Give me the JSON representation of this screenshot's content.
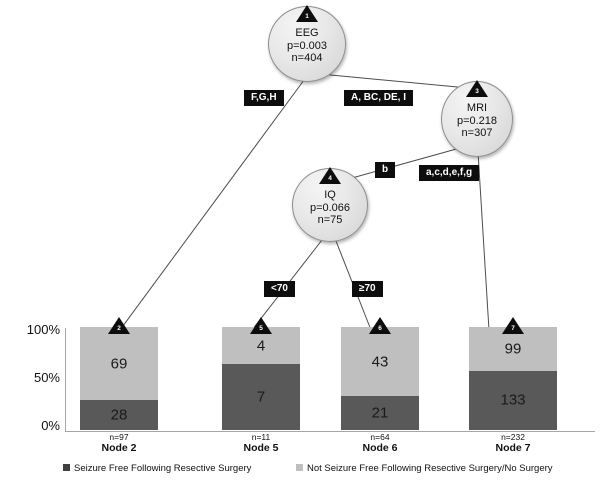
{
  "chart_data": {
    "type": "bar",
    "title": "",
    "xlabel": "",
    "ylabel": "",
    "ylim": [
      0,
      100
    ],
    "ytick_labels": [
      "100%",
      "50%",
      "0%"
    ],
    "stacked": true,
    "percent_axis": true,
    "categories": [
      "Node 2",
      "Node 5",
      "Node 6",
      "Node 7"
    ],
    "category_counts": [
      "n=97",
      "n=11",
      "n=64",
      "n=232"
    ],
    "series": [
      {
        "name": "Seizure Free Following Resective Surgery",
        "color": "#595959",
        "values": [
          28,
          7,
          21,
          133
        ]
      },
      {
        "name": "Not Seizure Free Following Resective Surgery/No Surgery",
        "color": "#bfbfbf",
        "values": [
          69,
          4,
          43,
          99
        ]
      }
    ],
    "legend_position": "bottom"
  },
  "tree": {
    "nodes": [
      {
        "id": "1",
        "label": "EEG",
        "p": "p=0.003",
        "n": "n=404"
      },
      {
        "id": "3",
        "label": "MRI",
        "p": "p=0.218",
        "n": "n=307"
      },
      {
        "id": "4",
        "label": "IQ",
        "p": "p=0.066",
        "n": "n=75"
      }
    ],
    "edge_labels": [
      {
        "id": "edge-fgh",
        "text": "F,G,H"
      },
      {
        "id": "edge-abcdei",
        "text": "A, BC, DE, I"
      },
      {
        "id": "edge-b",
        "text": "b"
      },
      {
        "id": "edge-acdefg",
        "text": "a,c,d,e,f,g"
      },
      {
        "id": "edge-lt70",
        "text": "<70"
      },
      {
        "id": "edge-gte70",
        "text": "≥70"
      }
    ],
    "leaf_markers": [
      "2",
      "5",
      "6",
      "7"
    ]
  },
  "legend": {
    "items": [
      {
        "label": "Seizure Free Following Resective Surgery",
        "color": "#404040"
      },
      {
        "label": "Not Seizure Free Following Resective Surgery/No Surgery",
        "color": "#bfbfbf"
      }
    ]
  }
}
